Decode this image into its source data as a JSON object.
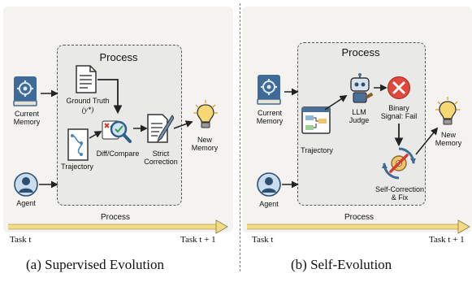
{
  "left": {
    "process_title": "Process",
    "current_memory": "Current Memory",
    "ground_truth_line1": "Ground Truth",
    "ground_truth_line2": "(y*)",
    "diff_compare": "Diff/Compare",
    "strict_correction_line1": "Strict",
    "strict_correction_line2": "Correction",
    "new_memory": "New Memory",
    "trajectory": "Trajectory",
    "agent": "Agent",
    "timeline_label": "Process",
    "task_start": "Task t",
    "task_end": "Task t + 1",
    "caption": "(a) Supervised Evolution"
  },
  "right": {
    "process_title": "Process",
    "current_memory": "Current Memory",
    "llm_judge_line1": "LLM",
    "llm_judge_line2": "Judge",
    "binary_signal_line1": "Binary",
    "binary_signal_line2": "Signal: Fail",
    "trajectory": "Trajectory",
    "self_correction_line1": "Self-Correction",
    "self_correction_line2": "& Fix",
    "new_memory": "New Memory",
    "agent": "Agent",
    "timeline_label": "Process",
    "task_start": "Task t",
    "task_end": "Task t + 1",
    "caption": "(b) Self-Evolution"
  },
  "colors": {
    "panel_bg": "#f4f3ef",
    "process_bg": "#e9e9e7",
    "timeline": "#f3dc83",
    "book": "#3f6b98",
    "fail_red": "#e0483d"
  }
}
